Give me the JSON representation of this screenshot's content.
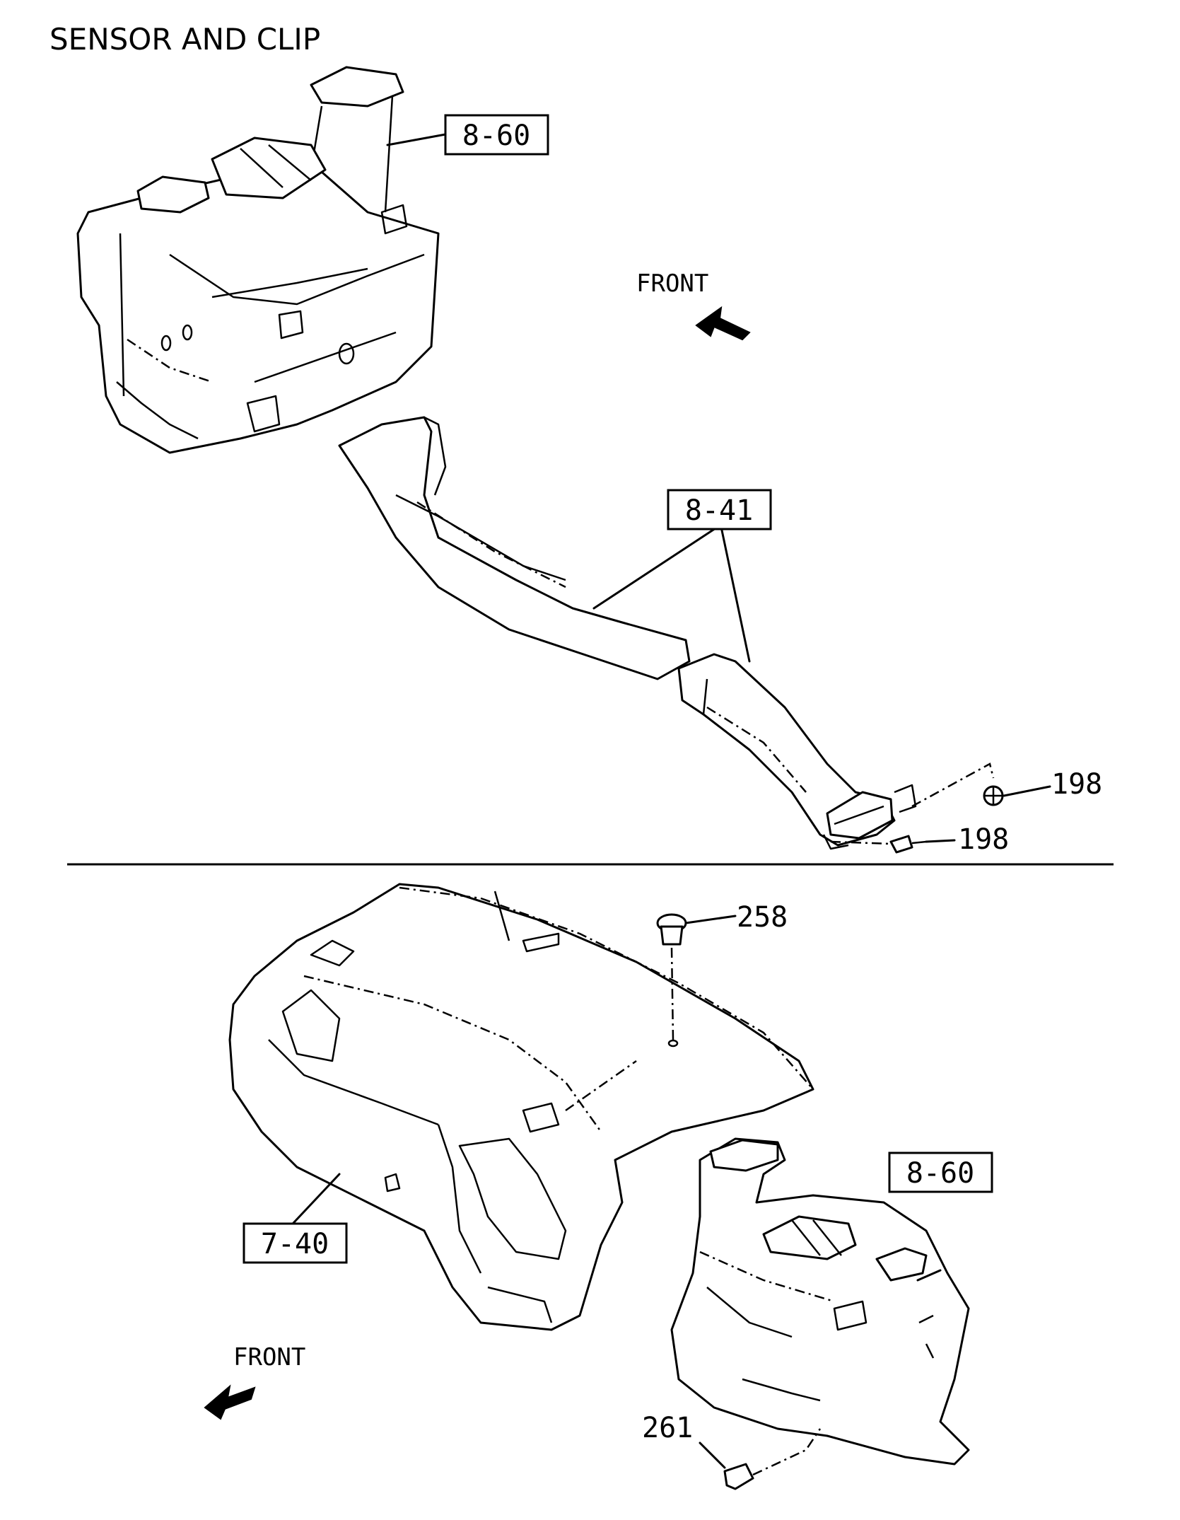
{
  "title": "SENSOR AND CLIP",
  "labels": {
    "upper_front": "FRONT",
    "lower_front": "FRONT",
    "ref_8_60_top": "8-60",
    "ref_8_41": "8-41",
    "ref_8_60_bottom": "8-60",
    "ref_7_40": "7-40",
    "part_198_a": "198",
    "part_198_b": "198",
    "part_258": "258",
    "part_261": "261"
  }
}
